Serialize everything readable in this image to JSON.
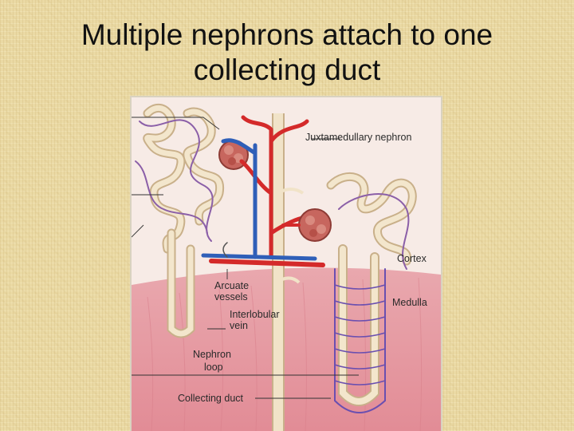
{
  "slide": {
    "title_line1": "Multiple nephrons attach to one",
    "title_line2": "collecting duct"
  },
  "figure": {
    "labels": {
      "juxtamedullary": "Juxtamedullary nephron",
      "cortex": "Cortex",
      "medulla": "Medulla",
      "arcuate_1": "Arcuate",
      "arcuate_2": "vessels",
      "interlobular_1": "Interlobular",
      "interlobular_2": "vein",
      "loop_1": "Nephron",
      "loop_2": "loop",
      "collecting": "Collecting duct"
    }
  }
}
